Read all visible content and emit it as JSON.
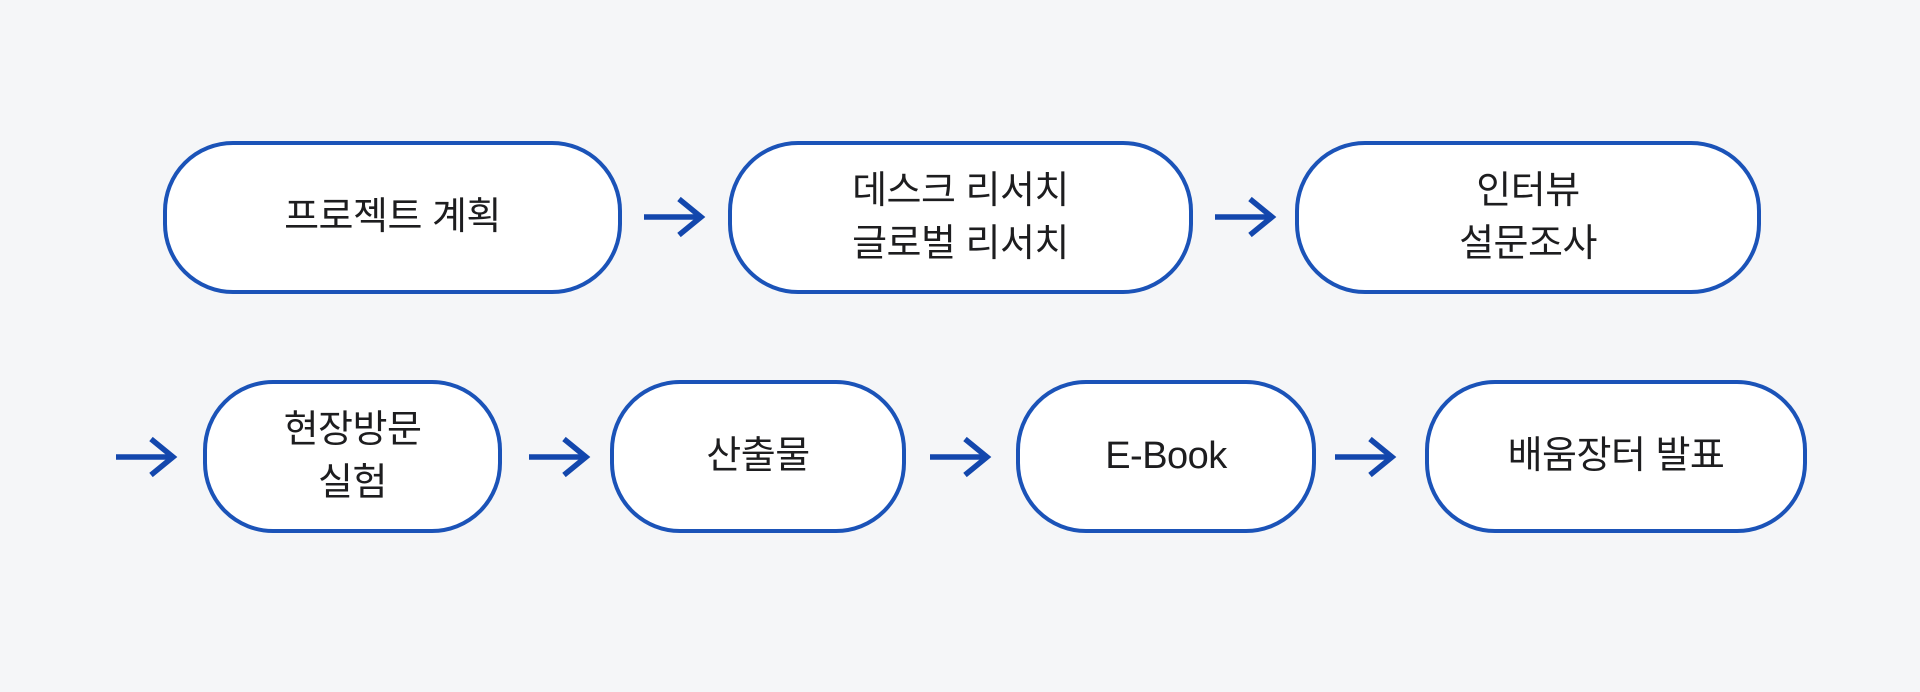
{
  "colors": {
    "bg": "#f5f6f8",
    "node-bg": "#ffffff",
    "node-border": "#1b53b8",
    "arrow": "#1347ad",
    "text": "#1d1d1f"
  },
  "flow": {
    "row1": [
      "프로젝트 계획",
      "데스크 리서치\n글로벌 리서치",
      "인터뷰\n설문조사"
    ],
    "row2": [
      "현장방문\n실험",
      "산출물",
      "E-Book",
      "배움장터 발표"
    ]
  }
}
